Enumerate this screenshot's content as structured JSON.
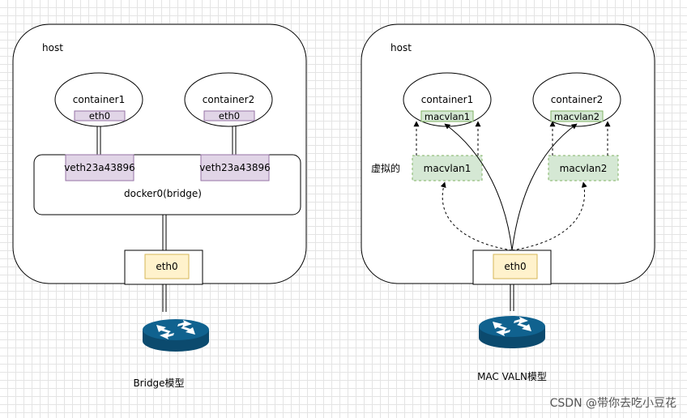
{
  "left": {
    "host_label": "host",
    "container1": "container1",
    "container2": "container2",
    "container1_if": "eth0",
    "container2_if": "eth0",
    "veth1": "veth23a43896",
    "veth2": "veth23a43896",
    "bridge_label": "docker0(bridge)",
    "host_if": "eth0",
    "caption": "Bridge模型"
  },
  "right": {
    "host_label": "host",
    "container1": "container1",
    "container2": "container2",
    "container1_if": "macvlan1",
    "container2_if": "macvlan2",
    "virtual_label": "虚拟的",
    "virtual_if1": "macvlan1",
    "virtual_if2": "macvlan2",
    "host_if": "eth0",
    "caption": "MAC VALN模型"
  },
  "watermark": "CSDN @带你去吃小豆花",
  "colors": {
    "purple_fill": "#e1d5e7",
    "purple_stroke": "#9673a6",
    "green_fill": "#d5e8d4",
    "green_stroke": "#82b366",
    "yellow_fill": "#fff2cc",
    "yellow_stroke": "#d6b656",
    "router_fill": "#10628f"
  }
}
